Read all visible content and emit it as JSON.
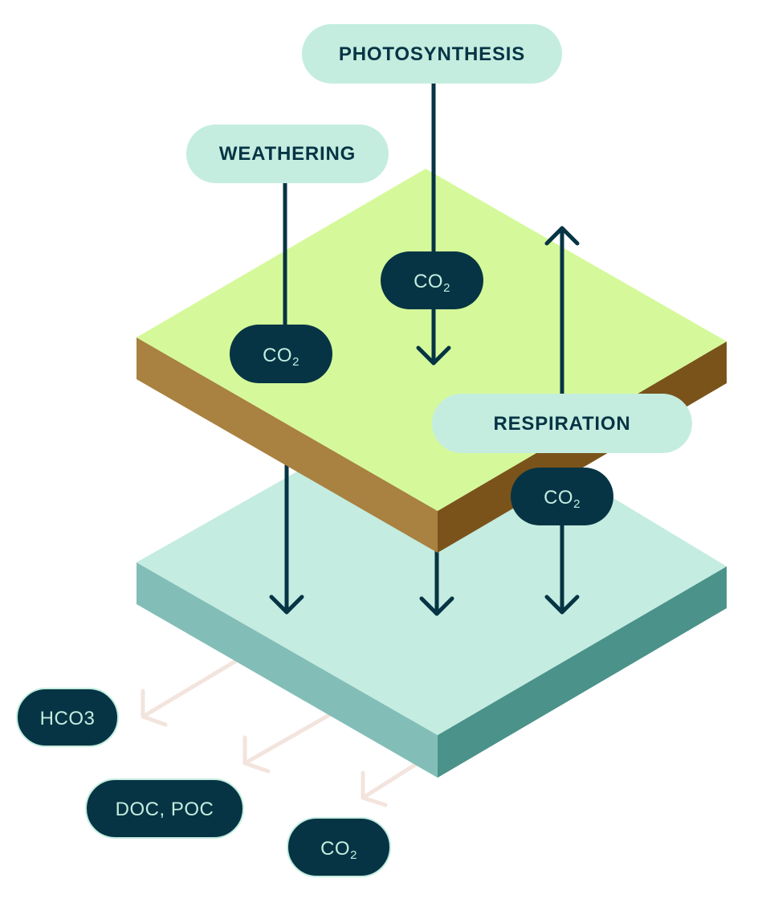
{
  "colors": {
    "land_top": "#d5f99a",
    "land_side_left": "#a98140",
    "land_side_right": "#7a531b",
    "water_top": "#c4ece0",
    "water_side_left": "#82beb7",
    "water_side_right": "#4a928a",
    "dark_pill": "#063444",
    "light_pill": "#c4ede0",
    "line": "#063444",
    "faint_arrow": "#f3e4de"
  },
  "processes": {
    "photosynthesis": "PHOTOSYNTHESIS",
    "weathering": "WEATHERING",
    "respiration": "RESPIRATION"
  },
  "fluxes": {
    "co2_main": "CO",
    "co2_sub": "2"
  },
  "outputs": {
    "hco3": "HCO3",
    "doc_poc": "DOC, POC",
    "co2_main": "CO",
    "co2_sub": "2"
  }
}
